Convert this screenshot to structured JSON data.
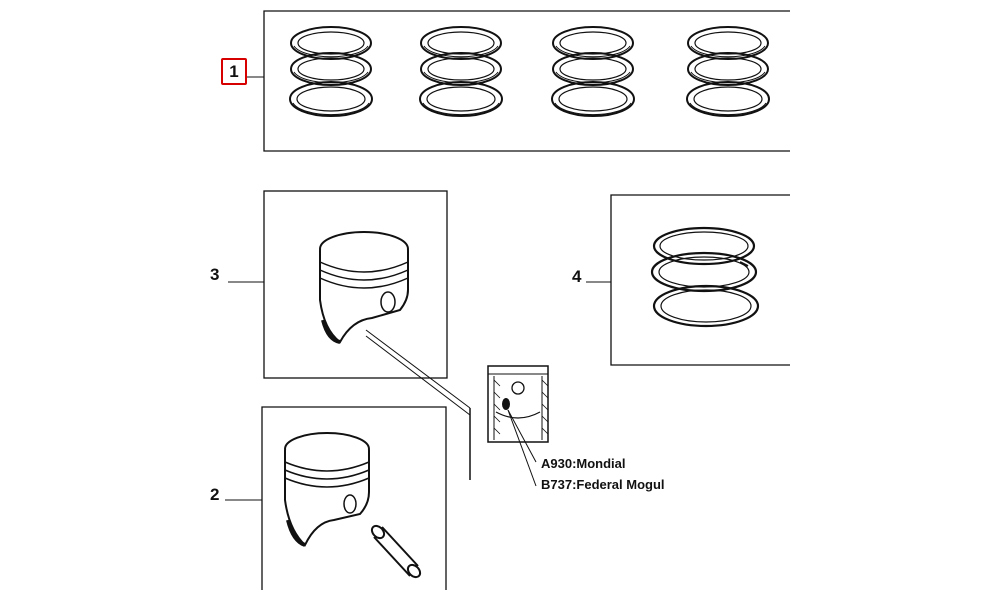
{
  "callouts": {
    "part_1": "1",
    "part_2": "2",
    "part_3": "3",
    "part_4": "4"
  },
  "suppliers": {
    "a": "A930:Mondial",
    "b": "B737:Federal Mogul"
  },
  "colors": {
    "highlight": "#d60000",
    "line": "#111111"
  }
}
